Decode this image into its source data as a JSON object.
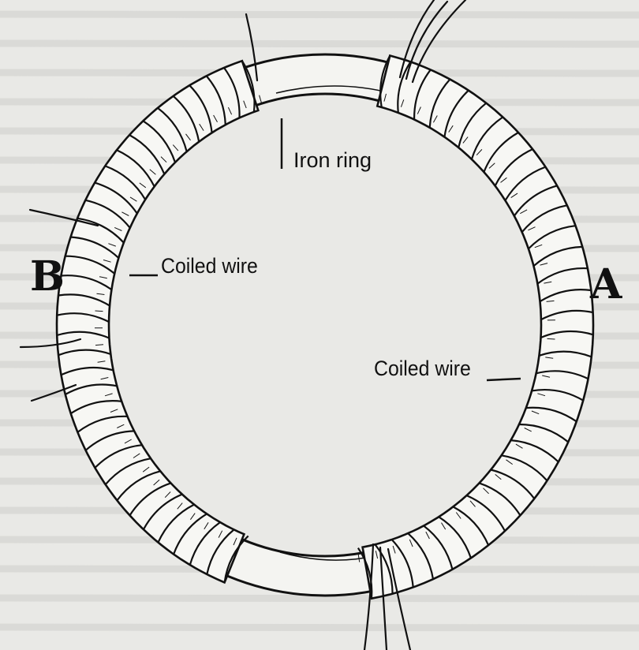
{
  "labels": {
    "iron_ring": "Iron ring",
    "coiled_wire_left": "Coiled wire",
    "coiled_wire_right": "Coiled wire",
    "side_b": "B",
    "side_a": "A"
  },
  "colors": {
    "ink": "#111111",
    "paper": "#e9e9e6",
    "ghost_text": "#c9c9c5"
  },
  "diagram": {
    "left_coil_turns": 34,
    "right_coil_turns": 34
  }
}
